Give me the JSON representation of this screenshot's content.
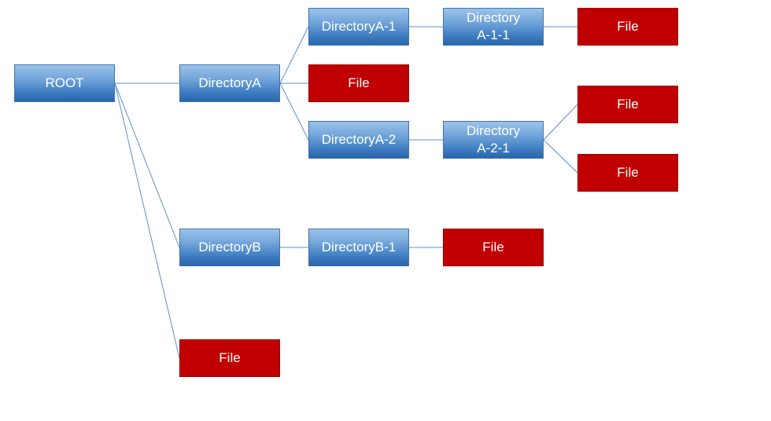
{
  "diagram": {
    "nodes": [
      {
        "id": "root",
        "type": "directory",
        "label": "ROOT"
      },
      {
        "id": "dirA",
        "type": "directory",
        "label": "DirectoryA"
      },
      {
        "id": "dirA1",
        "type": "directory",
        "label": "DirectoryA-1"
      },
      {
        "id": "dirA11",
        "type": "directory",
        "label": "Directory\nA-1-1"
      },
      {
        "id": "fileA11",
        "type": "file",
        "label": "File"
      },
      {
        "id": "fileA",
        "type": "file",
        "label": "File"
      },
      {
        "id": "dirA2",
        "type": "directory",
        "label": "DirectoryA-2"
      },
      {
        "id": "dirA21",
        "type": "directory",
        "label": "Directory\nA-2-1"
      },
      {
        "id": "fileA21a",
        "type": "file",
        "label": "File"
      },
      {
        "id": "fileA21b",
        "type": "file",
        "label": "File"
      },
      {
        "id": "dirB",
        "type": "directory",
        "label": "DirectoryB"
      },
      {
        "id": "dirB1",
        "type": "directory",
        "label": "DirectoryB-1"
      },
      {
        "id": "fileB1",
        "type": "file",
        "label": "File"
      },
      {
        "id": "fileRoot",
        "type": "file",
        "label": "File"
      }
    ],
    "edges": [
      [
        "root",
        "dirA"
      ],
      [
        "root",
        "dirB"
      ],
      [
        "root",
        "fileRoot"
      ],
      [
        "dirA",
        "dirA1"
      ],
      [
        "dirA",
        "fileA"
      ],
      [
        "dirA",
        "dirA2"
      ],
      [
        "dirA1",
        "dirA11"
      ],
      [
        "dirA11",
        "fileA11"
      ],
      [
        "dirA2",
        "dirA21"
      ],
      [
        "dirA21",
        "fileA21a"
      ],
      [
        "dirA21",
        "fileA21b"
      ],
      [
        "dirB",
        "dirB1"
      ],
      [
        "dirB1",
        "fileB1"
      ]
    ],
    "colors": {
      "directory": "#4a86c5",
      "file": "#c00000",
      "line": "#5b8fd0",
      "text": "#ffffff"
    }
  }
}
